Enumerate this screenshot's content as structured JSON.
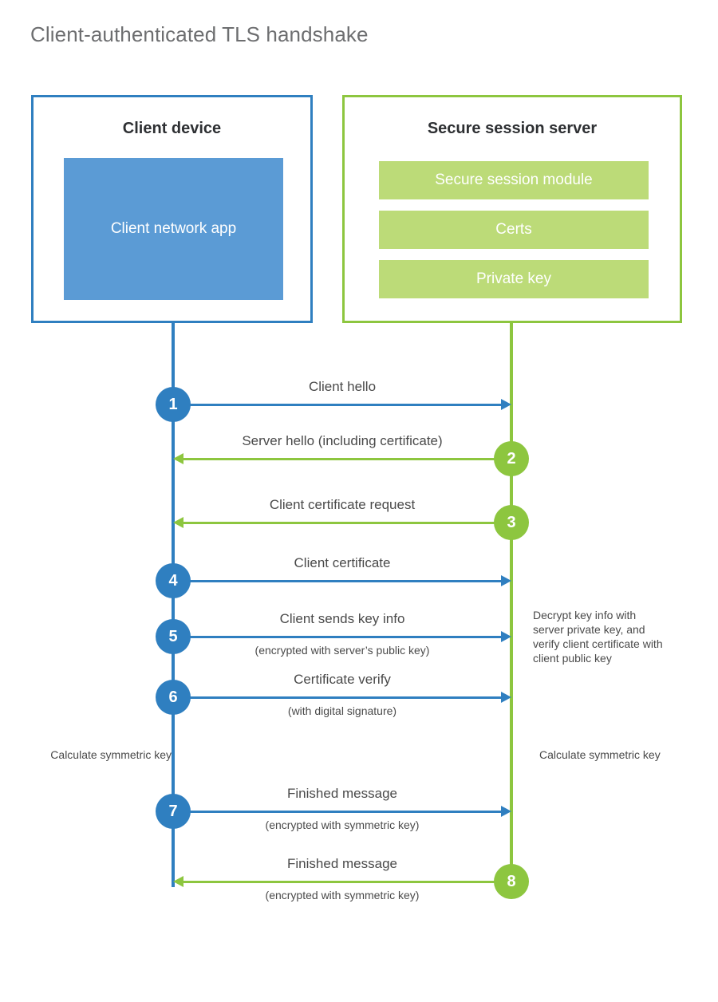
{
  "title": "Client-authenticated TLS handshake",
  "colors": {
    "client_blue": "#2f7fc0",
    "client_app_blue": "#5b9bd5",
    "server_green": "#8dc63f",
    "server_module_green": "#bcdb78",
    "text_gray": "#4a4a4a",
    "title_gray": "#6d6e70"
  },
  "client": {
    "title": "Client device",
    "app_label": "Client network app"
  },
  "server": {
    "title": "Secure session server",
    "modules": [
      {
        "label": "Secure session module"
      },
      {
        "label": "Certs"
      },
      {
        "label": "Private key"
      }
    ]
  },
  "steps": [
    {
      "number": "1",
      "label": "Client hello",
      "sublabel": "",
      "direction": "client-to-server",
      "color": "blue"
    },
    {
      "number": "2",
      "label": "Server hello (including certificate)",
      "sublabel": "",
      "direction": "server-to-client",
      "color": "green"
    },
    {
      "number": "3",
      "label": "Client certificate request",
      "sublabel": "",
      "direction": "server-to-client",
      "color": "green"
    },
    {
      "number": "4",
      "label": "Client certificate",
      "sublabel": "",
      "direction": "client-to-server",
      "color": "blue"
    },
    {
      "number": "5",
      "label": "Client sends key info",
      "sublabel": "(encrypted with server’s public key)",
      "direction": "client-to-server",
      "color": "blue"
    },
    {
      "number": "6",
      "label": "Certificate verify",
      "sublabel": "(with digital signature)",
      "direction": "client-to-server",
      "color": "blue"
    },
    {
      "number": "7",
      "label": "Finished message",
      "sublabel": "(encrypted with symmetric key)",
      "direction": "client-to-server",
      "color": "blue"
    },
    {
      "number": "8",
      "label": "Finished message",
      "sublabel": "(encrypted with symmetric key)",
      "direction": "server-to-client",
      "color": "green"
    }
  ],
  "annotations": {
    "server_verify": "Decrypt key info with server private key, and verify client certificate with client public key",
    "client_calculate": "Calculate symmetric key",
    "server_calculate": "Calculate symmetric key"
  }
}
